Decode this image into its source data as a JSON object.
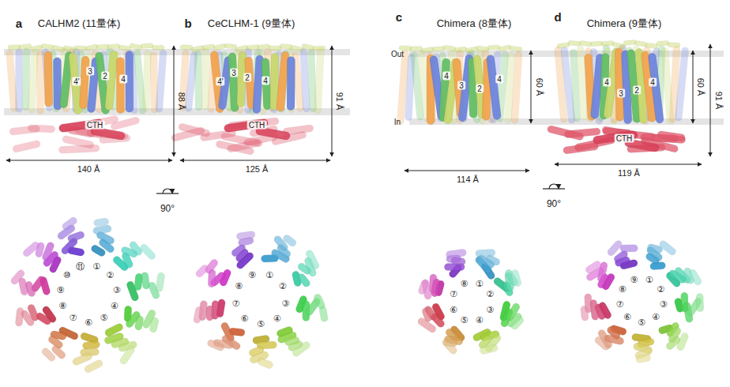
{
  "diagram": {
    "labels": [
      "a",
      "CALHM2 (11量体)",
      "b",
      "CeCLHM-1 (9量体)",
      "c",
      "Chimera (8量体)",
      "d",
      "Chimera (9量体)",
      "88 Å",
      "140 Å",
      "91 Å",
      "125 Å",
      "Out",
      "In",
      "60 Å",
      "114 Å",
      "60 Å",
      "91 Å",
      "119 Å",
      "90°",
      "90°",
      "CTH",
      "CTH",
      "CTH",
      "4'",
      "3",
      "2",
      "4",
      "4'",
      "3",
      "2",
      "4",
      "4",
      "3",
      "2",
      "4",
      "4",
      "3",
      "2",
      "4",
      "①",
      "②",
      "③",
      "④",
      "⑤",
      "⑥",
      "⑦",
      "⑧",
      "⑨",
      "⑩",
      "⑪",
      "①",
      "②",
      "③",
      "④",
      "⑤",
      "⑥",
      "⑦",
      "⑧",
      "⑨",
      "①",
      "②",
      "③",
      "④",
      "⑤",
      "⑥",
      "⑦",
      "⑧",
      "①",
      "②",
      "③",
      "④",
      "⑤",
      "⑥",
      "⑦",
      "⑧",
      "⑨"
    ]
  }
}
